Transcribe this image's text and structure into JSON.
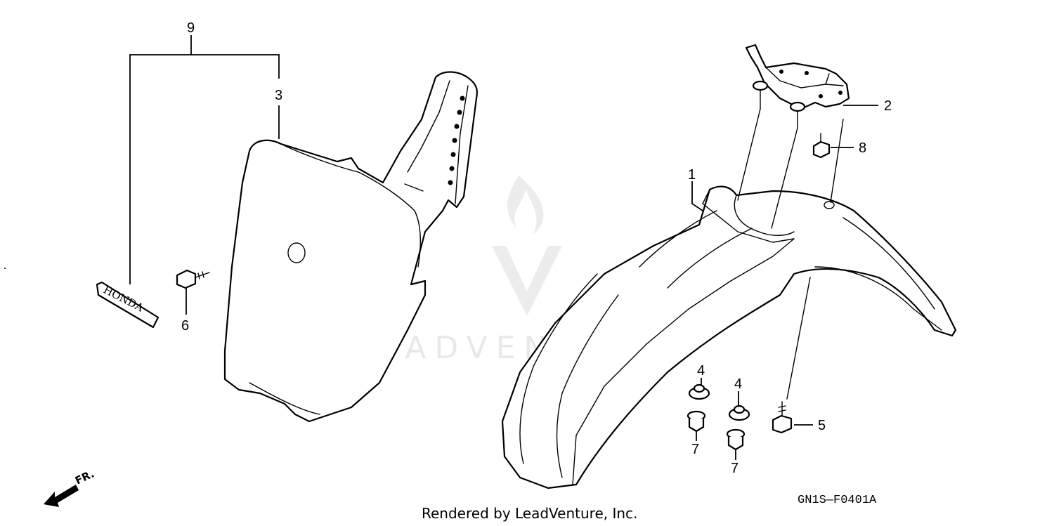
{
  "diagram": {
    "callouts": {
      "p1": "1",
      "p2": "2",
      "p3": "3",
      "p4a": "4",
      "p4b": "4",
      "p5": "5",
      "p6": "6",
      "p7a": "7",
      "p7b": "7",
      "p8": "8",
      "p9": "9"
    },
    "emblem_text": "HONDA",
    "direction_label": "FR.",
    "diagram_code": "GN1S—F0401A",
    "footer_text": "Rendered by LeadVenture, Inc.",
    "watermark_text": "LEADVENTURE"
  }
}
